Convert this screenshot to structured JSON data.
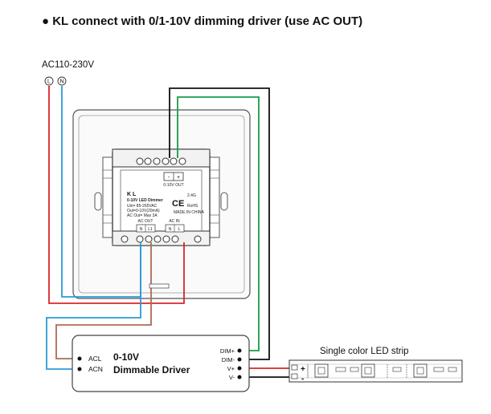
{
  "title": "● KL connect with 0/1-10V dimming driver (use AC OUT)",
  "power": {
    "label": "AC110-230V",
    "l_symbol": "L",
    "n_symbol": "N"
  },
  "panel": {
    "model": "K L",
    "name": "0-10V LED Dimmer",
    "specs": [
      "Uin= 85-265VAC",
      "Out=0-10V(20mA)",
      "AC Out= Max 3A"
    ],
    "version": "2.4G",
    "ce": "CE",
    "rohs": "RoHS",
    "made_in": "MADE IN CHINA",
    "top_terminal_minus": "-",
    "top_terminal_plus": "+",
    "top_terminal_label": "0-10V OUT",
    "ac_out_label": "AC OUT",
    "ac_in_label": "AC IN",
    "ac_out_terminals": [
      "N",
      "L1"
    ],
    "ac_in_terminals": [
      "N",
      "L"
    ]
  },
  "driver": {
    "title_line1": "0-10V",
    "title_line2": "Dimmable Driver",
    "left_terminals": [
      "ACL",
      "ACN"
    ],
    "right_terminals": [
      "DIM+",
      "DIM-",
      "V+",
      "V-"
    ]
  },
  "strip": {
    "label": "Single color LED strip",
    "plus": "+",
    "minus": "-"
  },
  "colors": {
    "red": "#d9262b",
    "blue": "#2b9bd3",
    "brown": "#b06a52",
    "green": "#1a9a4b",
    "black": "#111111",
    "gray": "#888888"
  }
}
